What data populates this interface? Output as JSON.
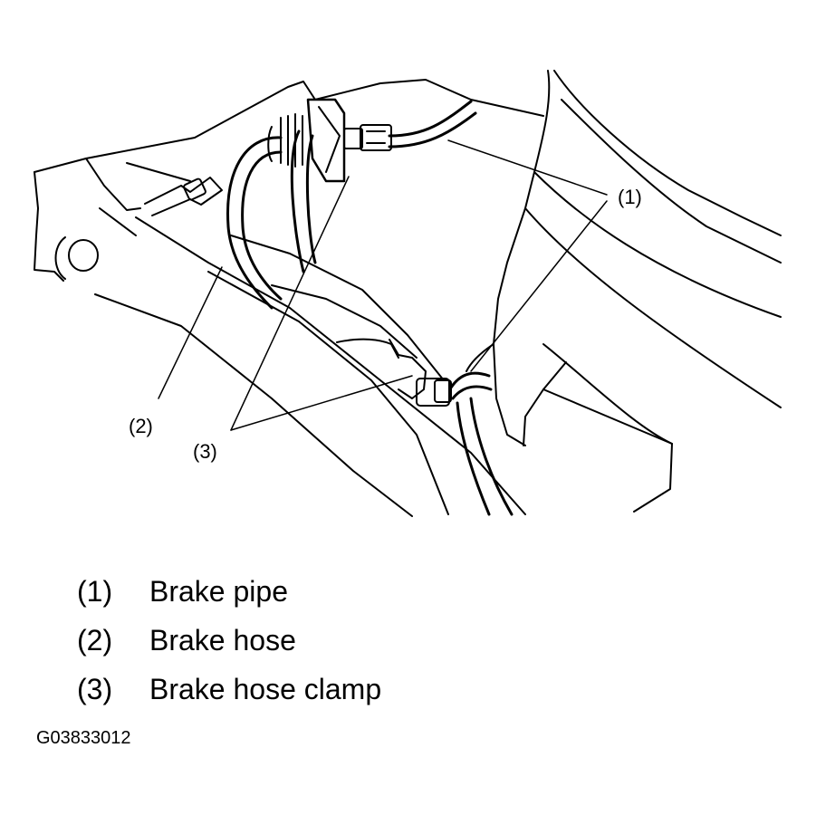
{
  "callouts": {
    "c1": "(1)",
    "c2": "(2)",
    "c3": "(3)"
  },
  "legend": [
    {
      "num": "(1)",
      "text": "Brake pipe"
    },
    {
      "num": "(2)",
      "text": "Brake hose"
    },
    {
      "num": "(3)",
      "text": "Brake hose clamp"
    }
  ],
  "figure_code": "G03833012",
  "colors": {
    "line": "#000000",
    "background": "#ffffff"
  }
}
